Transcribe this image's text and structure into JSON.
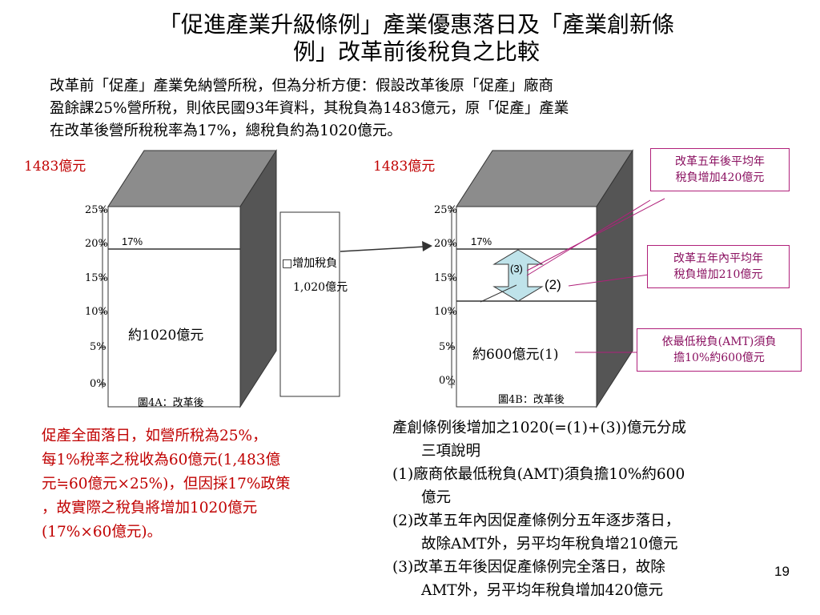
{
  "title": {
    "line1": "「促進產業升級條例」產業優惠落日及「產業創新條",
    "line2": "例」改革前後稅負之比較"
  },
  "intro": {
    "line1": "改革前「促產」產業免納營所稅，但為分析方便：假設改革後原「促產」廠商",
    "line2": "盈餘課25%營所稅，則依民國93年資料，其稅負為1483億元，原「促產」產業",
    "line3": "在改革後營所稅稅率為17%，總稅負約為1020億元。"
  },
  "left_box": {
    "top_label": "1483億元",
    "rate_label": "17%",
    "amount_label": "約1020億元",
    "caption": "圖4A：改革後",
    "ticks": [
      "25%",
      "20%",
      "15%",
      "10%",
      "5%",
      "0%"
    ]
  },
  "middle_box": {
    "line1": "□增加稅負",
    "line2": "1,020億元"
  },
  "right_box": {
    "top_label": "1483億元",
    "rate_label": "17%",
    "amount_label": "約600億元(1)",
    "marker_3": "(3)",
    "marker_2": "(2)",
    "caption": "圖4B：改革後",
    "ticks": [
      "25%",
      "20%",
      "15%",
      "10%",
      "5%",
      "0%"
    ]
  },
  "callouts": {
    "c1_line1": "改革五年後平均年",
    "c1_line2": "稅負增加420億元",
    "c2_line1": "改革五年內平均年",
    "c2_line2": "稅負增加210億元",
    "c3_line1": "依最低稅負(AMT)須負",
    "c3_line2": "擔10%約600億元"
  },
  "bottom_left": {
    "line1": "促產全面落日，如營所稅為25%，",
    "line2": "每1%稅率之稅收為60億元(1,483億",
    "line3": "元≒60億元×25%)，但因採17%政策",
    "line4": "，故實際之稅負將增加1020億元",
    "line5": "(17%×60億元)。"
  },
  "bottom_right": {
    "l1": "產創條例後增加之1020(=(1)+(3))億元分成",
    "l2": "三項說明",
    "l3": "(1)廠商依最低稅負(AMT)須負擔10%約600",
    "l4": "億元",
    "l5": "(2)改革五年內因促產條例分五年逐步落日，",
    "l6": "故除AMT外，另平均年稅負增210億元",
    "l7": "(3)改革五年後因促產條例完全落日，故除",
    "l8": "AMT外，另平均年稅負增加420億元"
  },
  "page_number": "19",
  "colors": {
    "box_top": "#8c8c8c",
    "box_side": "#555555",
    "arrow_fill": "#bfe3ea",
    "callout_border": "#b0207a",
    "red_text": "#c00000"
  }
}
